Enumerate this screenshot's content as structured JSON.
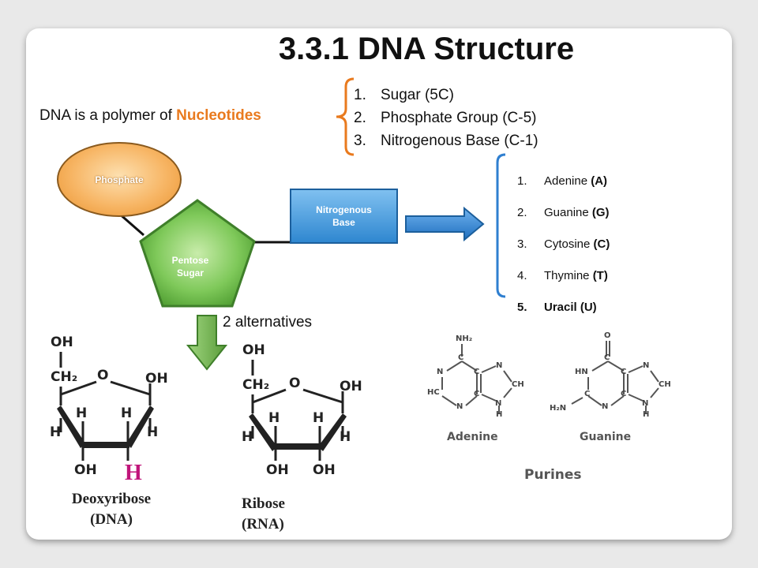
{
  "title": "3.3.1 DNA Structure",
  "intro": {
    "prefix": "DNA  is a polymer of ",
    "highlight": "Nucleotides"
  },
  "components": [
    {
      "num": "1.",
      "label": "Sugar (5C)"
    },
    {
      "num": "2.",
      "label": "Phosphate Group (C-5)"
    },
    {
      "num": "3.",
      "label": "Nitrogenous Base (C-1)"
    }
  ],
  "nucleotide": {
    "phosphate": "Phosphate",
    "sugar_line1": "Pentose",
    "sugar_line2": "Sugar",
    "base_line1": "Nitrogenous",
    "base_line2": "Base"
  },
  "bases": [
    {
      "num": "1.",
      "name": "Adenine ",
      "code": "(A)",
      "bold_all": false
    },
    {
      "num": "2.",
      "name": "Guanine ",
      "code": "(G)",
      "bold_all": false
    },
    {
      "num": "3.",
      "name": "Cytosine ",
      "code": "(C)",
      "bold_all": false
    },
    {
      "num": "4.",
      "name": "Thymine ",
      "code": "(T)",
      "bold_all": false
    },
    {
      "num": "5.",
      "name": "Uracil ",
      "code": "(U)",
      "bold_all": true
    }
  ],
  "alternatives_label": "2 alternatives",
  "deoxyribose": {
    "oh_top": "OH",
    "ch2": "CH₂",
    "o": "O",
    "oh_right": "OH",
    "h1": "H",
    "h2": "H",
    "h3": "H",
    "h4": "H",
    "oh_bottom": "OH",
    "h_missing": "H",
    "name": "Deoxyribose",
    "type": "(DNA)"
  },
  "ribose": {
    "oh_top": "OH",
    "ch2": "CH₂",
    "o": "O",
    "oh_right": "OH",
    "h1": "H",
    "h2": "H",
    "h3": "H",
    "h4": "H",
    "oh_bottom1": "OH",
    "oh_bottom2": "OH",
    "name": "Ribose",
    "type": "(RNA)"
  },
  "purines": {
    "adenine_label": "Adenine",
    "guanine_label": "Guanine",
    "group_label": "Purines",
    "nh2": "NH₂",
    "o": "O",
    "h2n": "H₂N",
    "hn": "HN",
    "n": "N",
    "c": "C",
    "hc": "HC",
    "ch": "CH",
    "h": "H"
  },
  "colors": {
    "accent_orange": "#e97a1e",
    "sugar_green": "#6fbf4a",
    "base_blue": "#2f87d0",
    "arrow_blue": "#2f7fd0",
    "arrow_green": "#6fb24a",
    "h_magenta": "#c0157a"
  }
}
